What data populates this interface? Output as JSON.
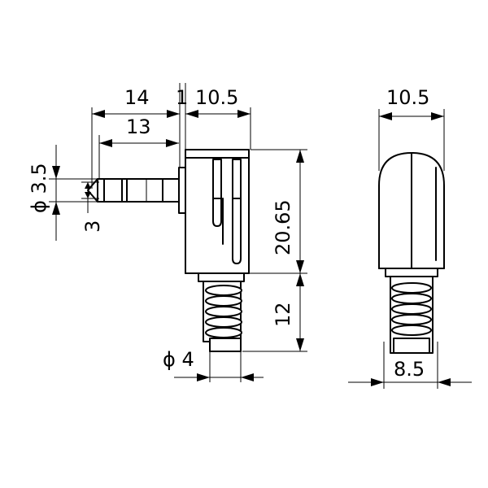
{
  "dimensions": {
    "d14": "14",
    "d1": "1",
    "d10_5_top": "10.5",
    "d13": "13",
    "d3_5": "3.5",
    "d3": "3",
    "d20_65": "20.65",
    "d12": "12",
    "d4": "4",
    "d10_5_side": "10.5",
    "d8_5": "8.5",
    "phi": "ϕ"
  }
}
